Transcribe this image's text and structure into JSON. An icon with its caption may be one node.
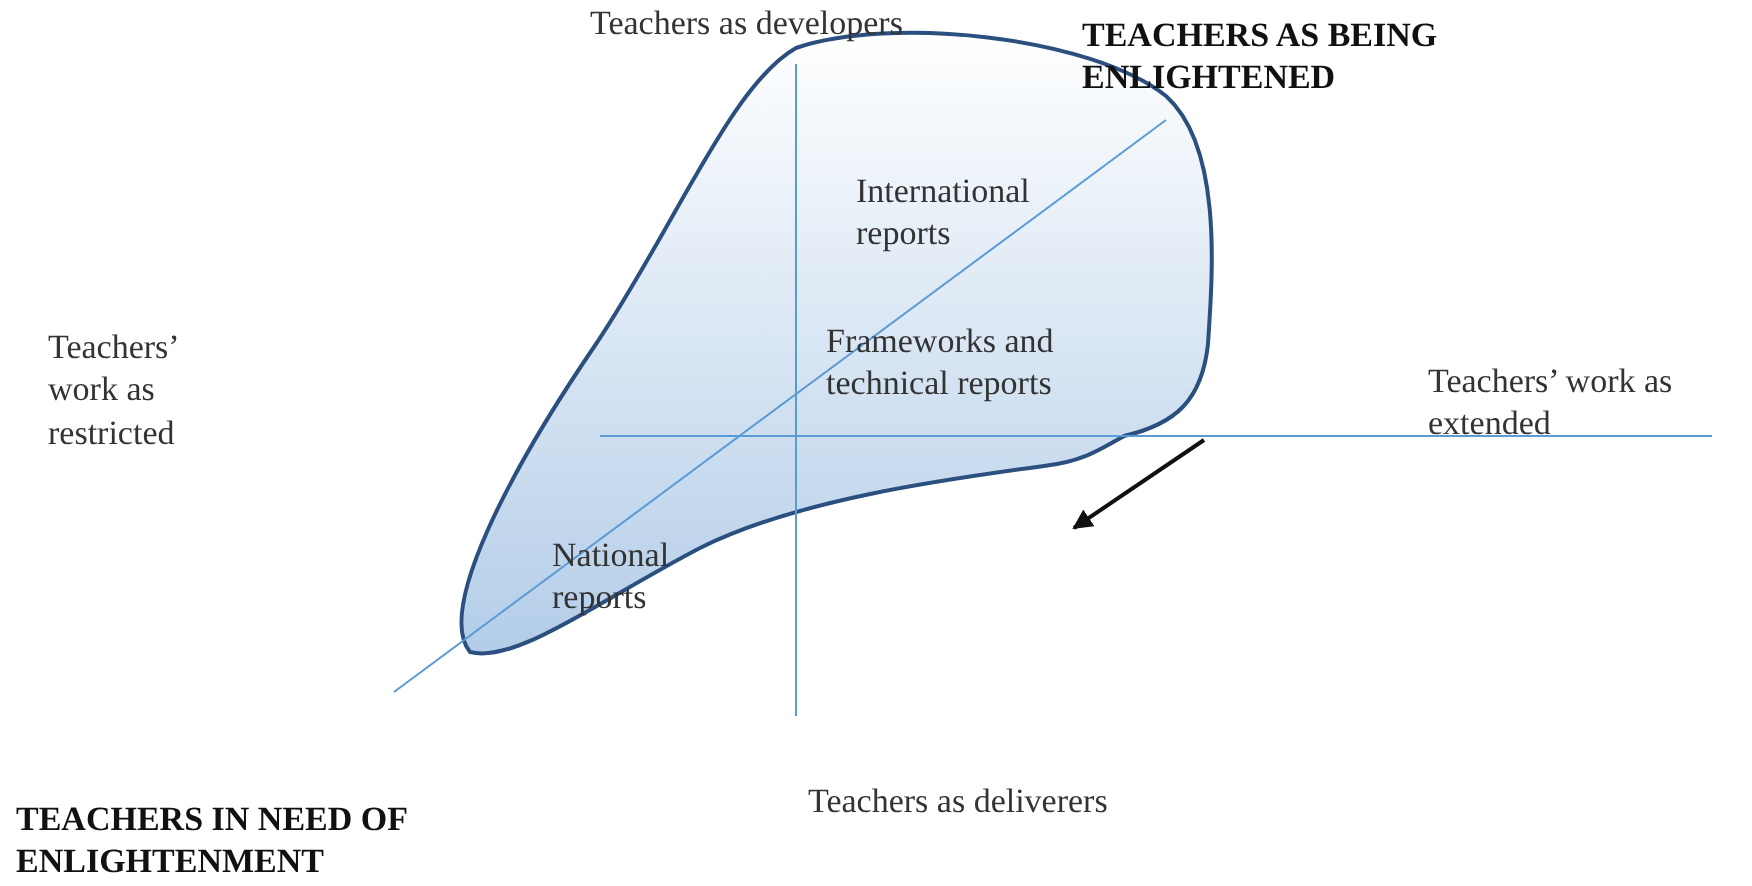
{
  "diagram": {
    "nodes": [
      {
        "text": [
          "International reports",
          "Frameworks and technical reports",
          "National reports"
        ]
      }
    ],
    "labels": [
      "Teachers as developers",
      "TEACHERS AS BEING ENLIGHTENED",
      "Teachers’ work as restricted",
      "Teachers’ work as extended",
      "Teachers as deliverers",
      "TEACHERS IN NEED OF ENLIGHTENMENT"
    ]
  }
}
